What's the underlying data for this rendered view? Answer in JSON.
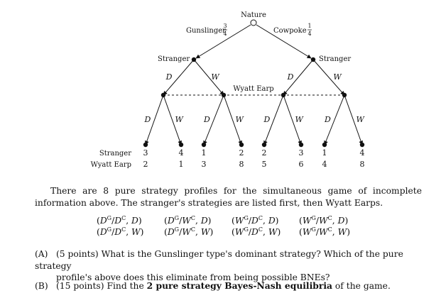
{
  "tree": {
    "nature_label": "Nature",
    "types": [
      {
        "name": "Gunslinger",
        "prob_num": "3",
        "prob_den": "4"
      },
      {
        "name": "Cowpoke",
        "prob_num": "1",
        "prob_den": "4"
      }
    ],
    "stranger_label": "Stranger",
    "stranger_actions": [
      "D",
      "W",
      "D",
      "W"
    ],
    "info_set_label": "Wyatt Earp",
    "earp_actions": [
      "D",
      "W",
      "D",
      "W",
      "D",
      "W",
      "D",
      "W"
    ],
    "payoff_row_labels": [
      "Stranger",
      "Wyatt Earp"
    ],
    "payoffs": [
      {
        "stranger": "3",
        "earp": "2"
      },
      {
        "stranger": "4",
        "earp": "1"
      },
      {
        "stranger": "1",
        "earp": "3"
      },
      {
        "stranger": "2",
        "earp": "8"
      },
      {
        "stranger": "2",
        "earp": "5"
      },
      {
        "stranger": "3",
        "earp": "6"
      },
      {
        "stranger": "1",
        "earp": "4"
      },
      {
        "stranger": "4",
        "earp": "8"
      }
    ]
  },
  "intro": "There are 8 pure strategy profiles for the simultaneous game of incomplete information above. The stranger's strategies are listed first, then Wyatt Earps.",
  "profiles": [
    [
      {
        "s1": "D",
        "s2": "D",
        "e": "D"
      },
      {
        "s1": "D",
        "s2": "W",
        "e": "D"
      },
      {
        "s1": "W",
        "s2": "D",
        "e": "D"
      },
      {
        "s1": "W",
        "s2": "W",
        "e": "D"
      }
    ],
    [
      {
        "s1": "D",
        "s2": "D",
        "e": "W"
      },
      {
        "s1": "D",
        "s2": "W",
        "e": "W"
      },
      {
        "s1": "W",
        "s2": "D",
        "e": "W"
      },
      {
        "s1": "W",
        "s2": "W",
        "e": "W"
      }
    ]
  ],
  "questions": {
    "a_tag": "(A)",
    "a_text_1": "(5 points) What is the Gunslinger type's dominant strategy? Which of the pure strategy",
    "a_text_2": "profile's above does this eliminate from being possible BNEs?",
    "b_tag": "(B)",
    "b_text_pre": "(15 points) Find the ",
    "b_text_bold": "2 pure strategy Bayes-Nash equilibria",
    "b_text_post": " of the game."
  }
}
